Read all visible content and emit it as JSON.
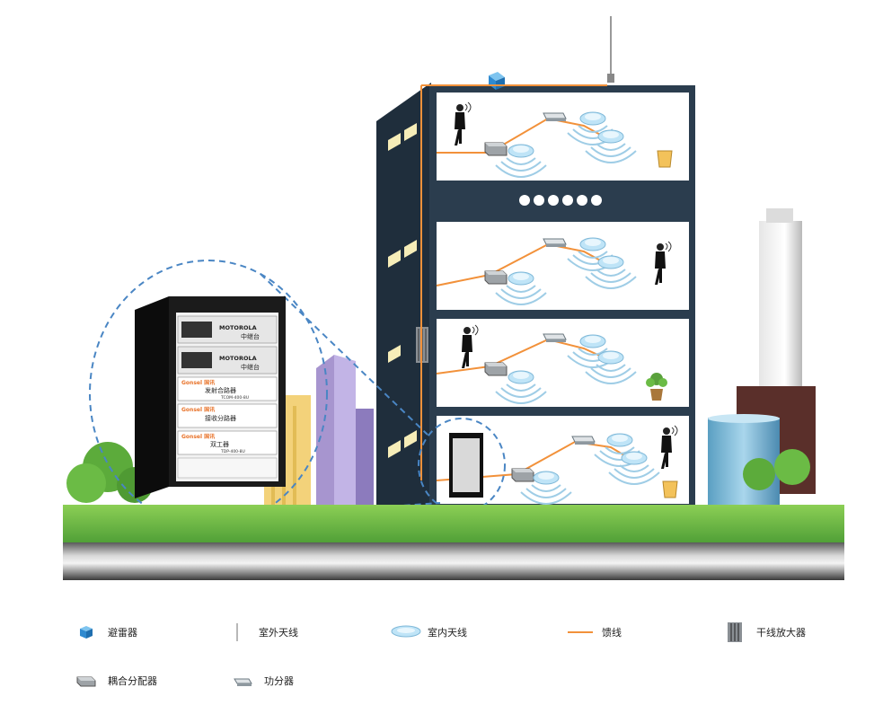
{
  "rack": {
    "brand_motorola": "MOTOROLA",
    "unit1_label": "中继台",
    "unit2_label": "中继台",
    "gonsel_brand": "Gonsel 国讯",
    "unit3_label": "发射合路器",
    "unit3_model": "TCOM-400-8U",
    "unit4_label": "接收分路器",
    "unit5_label": "双工器",
    "unit5_model": "TDP-400-8U"
  },
  "legend": [
    {
      "icon": "lightning-arrester-icon",
      "label": "避雷器"
    },
    {
      "icon": "outdoor-antenna-icon",
      "label": "室外天线"
    },
    {
      "icon": "indoor-antenna-icon",
      "label": "室内天线"
    },
    {
      "icon": "feeder-line-icon",
      "label": "馈线"
    },
    {
      "icon": "trunk-amplifier-icon",
      "label": "干线放大器"
    },
    {
      "icon": "coupler-splitter-icon",
      "label": "耦合分配器"
    },
    {
      "icon": "power-divider-icon",
      "label": "功分器"
    }
  ],
  "colors": {
    "building": "#2b3d4e",
    "feeder": "#f2913a",
    "grass": "#6cbd45",
    "callout": "#4a86c4",
    "antenna": "#9fd2ef",
    "gonsel_orange": "#e8732a"
  }
}
